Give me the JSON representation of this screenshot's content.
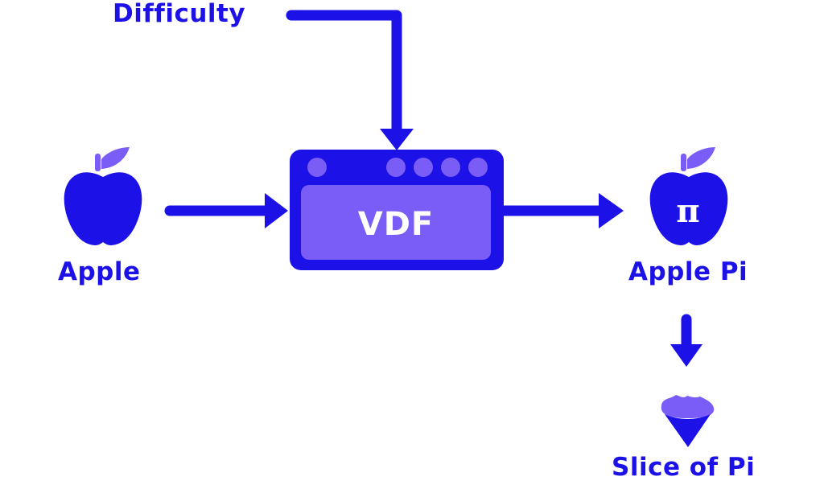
{
  "labels": {
    "difficulty": "Difficulty",
    "apple": "Apple",
    "apple_pi": "Apple Pi",
    "slice_of_pi": "Slice of Pi"
  },
  "vdf_box": {
    "label": "VDF"
  },
  "apple_pi_icon": {
    "symbol": "π"
  },
  "colors": {
    "primary": "#1c12e8",
    "secondary": "#7a5cf6"
  }
}
